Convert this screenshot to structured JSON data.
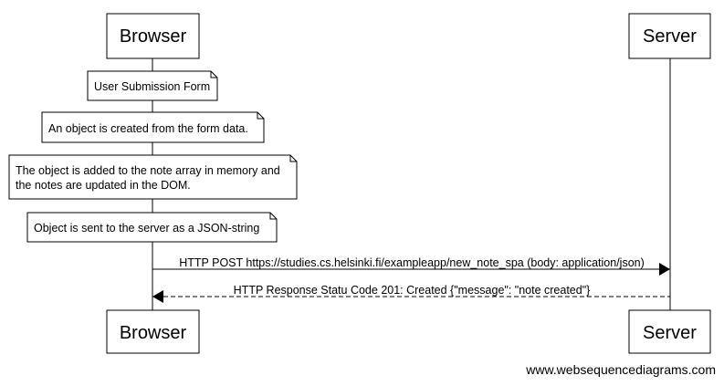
{
  "participants": {
    "browser": "Browser",
    "server": "Server"
  },
  "notes": [
    {
      "lines": [
        "User Submission Form"
      ]
    },
    {
      "lines": [
        "An object is created from the form data."
      ]
    },
    {
      "lines": [
        "The object is added to the note array in memory and",
        "the notes are updated in the DOM."
      ]
    },
    {
      "lines": [
        "Object is sent to the server as a JSON-string"
      ]
    }
  ],
  "messages": [
    {
      "text": "HTTP POST https://studies.cs.helsinki.fi/exampleapp/new_note_spa (body: application/json)",
      "style": "solid"
    },
    {
      "text": "HTTP Response Statu Code 201: Created {\"message\": \"note created\"}",
      "style": "dashed"
    }
  ],
  "watermark": "www.websequencediagrams.com"
}
